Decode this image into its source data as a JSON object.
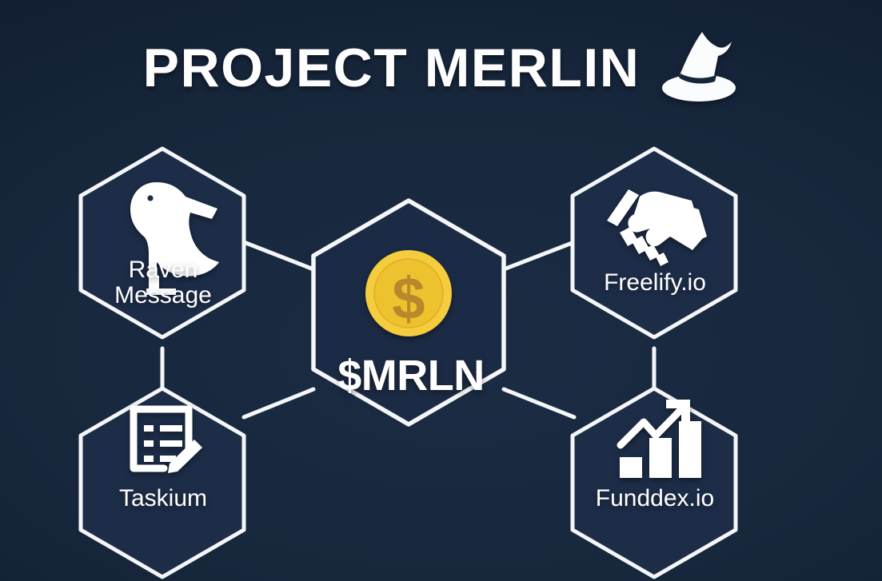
{
  "header": {
    "title": "PROJECT MERLIN",
    "hat_icon": "wizard-hat-icon"
  },
  "theme": {
    "background": "#16253c",
    "hex_fill": "#1d2d48",
    "line": "#f4f6f8",
    "text": "#ffffff",
    "coin_outer": "#f5cc3e",
    "coin_inner": "#efc02e",
    "coin_symbol": "#b8892a"
  },
  "diagram": {
    "type": "hexagon-network",
    "center": {
      "id": "mrln",
      "label": "$MRLN",
      "icon": "gold-coin-dollar-icon",
      "coin_symbol": "$"
    },
    "nodes": [
      {
        "id": "raven-message",
        "label": "Raven Message",
        "line1": "Raven",
        "line2": "Message",
        "icon": "raven-bird-icon",
        "position": "top-left"
      },
      {
        "id": "taskium",
        "label": "Taskium",
        "line1": "Taskium",
        "line2": "",
        "icon": "checklist-document-pencil-icon",
        "position": "bottom-left"
      },
      {
        "id": "freelify-io",
        "label": "Freelify.io",
        "line1": "Freelify.io",
        "line2": "",
        "icon": "handshake-icon",
        "position": "top-right"
      },
      {
        "id": "funddex-io",
        "label": "Funddex.io",
        "line1": "Funddex.io",
        "line2": "",
        "icon": "growth-bar-chart-arrow-icon",
        "position": "bottom-right"
      }
    ],
    "connections": [
      {
        "from": "raven-message",
        "to": "mrln"
      },
      {
        "from": "taskium",
        "to": "mrln"
      },
      {
        "from": "mrln",
        "to": "freelify-io"
      },
      {
        "from": "mrln",
        "to": "funddex-io"
      },
      {
        "from": "raven-message",
        "to": "taskium"
      },
      {
        "from": "freelify-io",
        "to": "funddex-io"
      }
    ]
  }
}
